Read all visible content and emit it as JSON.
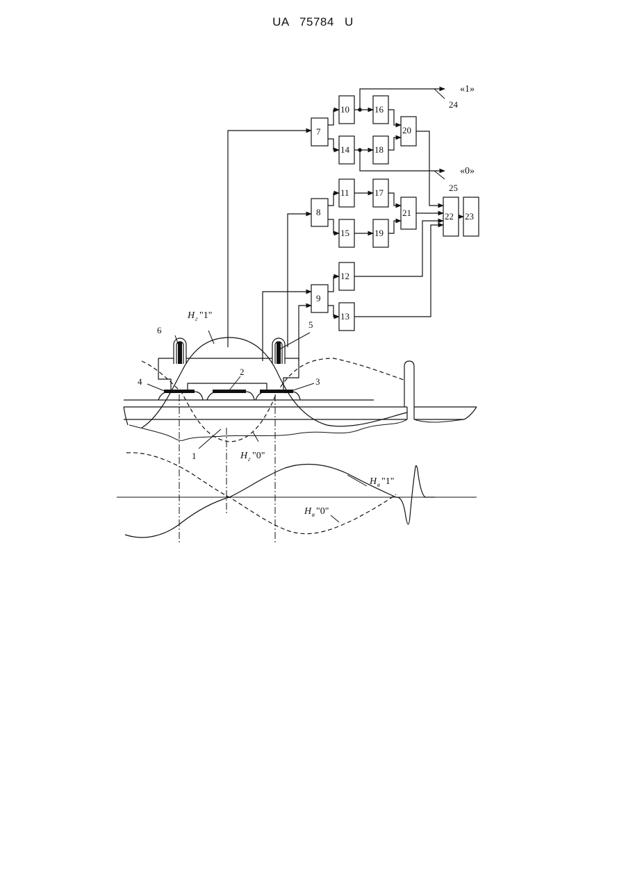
{
  "header": {
    "title": "UA   75784   U"
  },
  "blocks": {
    "b7": "7",
    "b8": "8",
    "b9": "9",
    "b10": "10",
    "b11": "11",
    "b12": "12",
    "b13": "13",
    "b14": "14",
    "b15": "15",
    "b16": "16",
    "b17": "17",
    "b18": "18",
    "b19": "19",
    "b20": "20",
    "b21": "21",
    "b22": "22",
    "b23": "23"
  },
  "outputs": {
    "one_label": "«1»",
    "one_num": "24",
    "zero_label": "«0»",
    "zero_num": "25"
  },
  "parts": {
    "p1": "1",
    "p2": "2",
    "p3": "3",
    "p4": "4",
    "p5": "5",
    "p6": "6"
  },
  "curves": {
    "hg1_main": "H",
    "hg1_sub": "г",
    "hg1_q": "\"1\"",
    "hg0_main": "H",
    "hg0_sub": "г",
    "hg0_q": "\"0\"",
    "hv1_main": "H",
    "hv1_sub": "в",
    "hv1_q": "\"1\"",
    "hv0_main": "H",
    "hv0_sub": "в",
    "hv0_q": "\"0\""
  }
}
